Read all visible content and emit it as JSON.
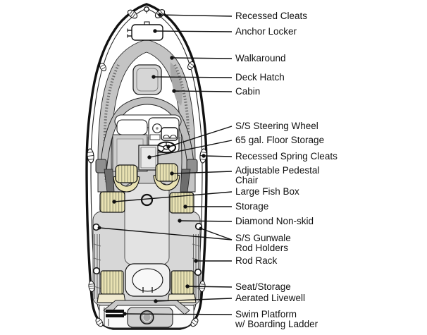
{
  "diagram": {
    "title": "boat-deck-plan",
    "colors": {
      "line": "#111111",
      "hull_fill": "#ffffff",
      "walkaround_gray": "#c4c4c4",
      "floor_gray": "#d2d2d2",
      "panel_gray": "#e3e3e3",
      "upholstery_tan": "#e9e2b3",
      "windshield_gray": "#bfbfbf",
      "platform_gray": "#a8a8a8"
    }
  },
  "labels": [
    {
      "id": "recessed-cleats",
      "text": "Recessed Cleats"
    },
    {
      "id": "anchor-locker",
      "text": "Anchor Locker"
    },
    {
      "id": "walkaround",
      "text": "Walkaround"
    },
    {
      "id": "deck-hatch",
      "text": "Deck Hatch"
    },
    {
      "id": "cabin",
      "text": "Cabin"
    },
    {
      "id": "steering-wheel",
      "text": "S/S Steering Wheel"
    },
    {
      "id": "floor-storage",
      "text": "65 gal. Floor Storage"
    },
    {
      "id": "spring-cleats",
      "text": "Recessed Spring Cleats"
    },
    {
      "id": "pedestal-chair",
      "line1": "Adjustable Pedestal",
      "line2": "Chair"
    },
    {
      "id": "fish-box",
      "text": "Large Fish Box"
    },
    {
      "id": "storage",
      "text": "Storage"
    },
    {
      "id": "non-skid",
      "text": "Diamond Non-skid"
    },
    {
      "id": "rod-holders",
      "line1": "S/S Gunwale",
      "line2": "Rod Holders"
    },
    {
      "id": "rod-rack",
      "text": "Rod Rack"
    },
    {
      "id": "seat-storage",
      "text": "Seat/Storage"
    },
    {
      "id": "livewell",
      "text": "Aerated Livewell"
    },
    {
      "id": "swim-platform",
      "line1": "Swim Platform",
      "line2": "w/ Boarding Ladder"
    }
  ]
}
